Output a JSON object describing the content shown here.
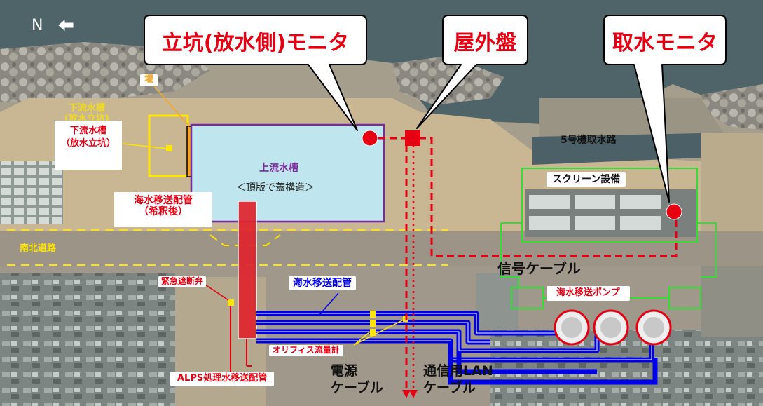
{
  "compass": {
    "label": "N"
  },
  "callouts": {
    "shaft_monitor": "立坑(放水側)モニタ",
    "outdoor_panel": "屋外盤",
    "intake_monitor": "取水モニタ"
  },
  "labels": {
    "weir": "堰",
    "downstream_tank_faded_line1": "下流水槽",
    "downstream_tank_faded_line2": "(放水立坑)",
    "downstream_tank_line1": "下流水槽",
    "downstream_tank_line2": "（放水立坑）",
    "upstream_tank": "上流水槽",
    "upstream_tank_note": "＜頂版で蓋構造＞",
    "seawater_pipe_diluted_line1": "海水移送配管",
    "seawater_pipe_diluted_line2": "（希釈後）",
    "north_south_road": "南北道路",
    "emergency_valve": "緊急遮断弁",
    "seawater_pipe": "海水移送配管",
    "orifice_flowmeter": "オリフィス流量計",
    "alps_pipe": "ALPS処理水移送配管",
    "power_cable_line1": "電源",
    "power_cable_line2": "ケーブル",
    "lan_cable_line1": "通信用LAN",
    "lan_cable_line2": "ケーブル",
    "signal_cable": "信号ケーブル",
    "unit5_intake": "5号機取水路",
    "screen_facility": "スクリーン設備",
    "seawater_pump": "海水移送ポンプ"
  },
  "colors": {
    "red": "#e60012",
    "blue": "#0000e6",
    "yellow": "#ffe600",
    "purple": "#7a2b9a",
    "green": "#33dd33",
    "orange": "#f5a623",
    "tank_fill": "#bfe6ee"
  }
}
